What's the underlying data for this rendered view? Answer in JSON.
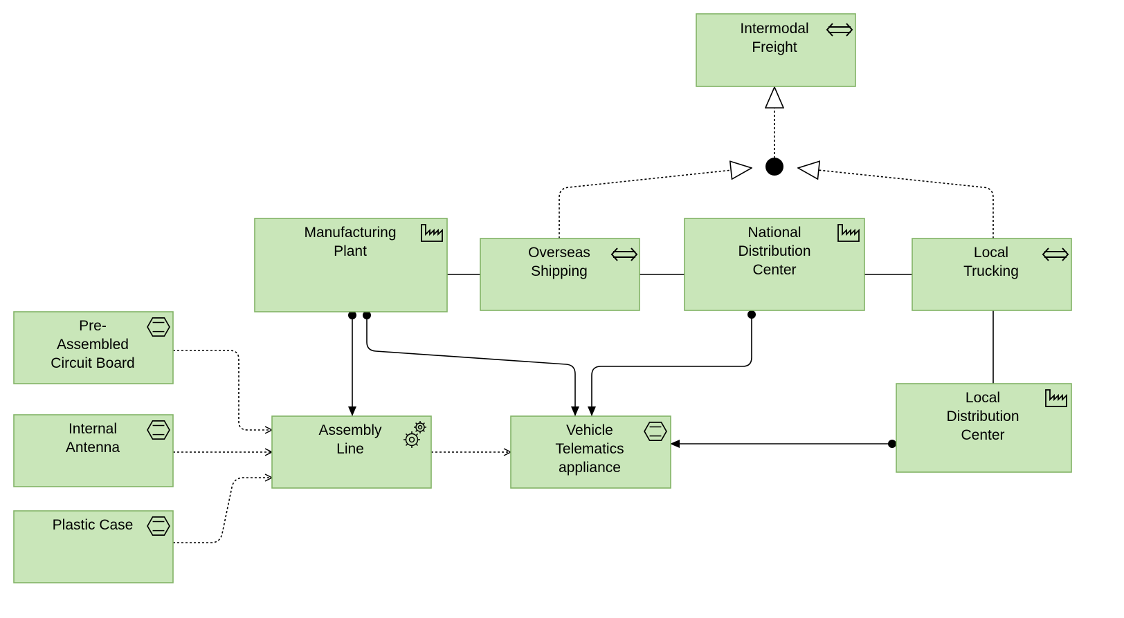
{
  "diagram": {
    "colors": {
      "node_fill": "#c9e6b9",
      "node_stroke": "#82b366",
      "line": "#000000"
    },
    "nodes": [
      {
        "id": "intermodal-freight",
        "lines": [
          "Intermodal",
          "Freight"
        ],
        "icon": "bidirectional-arrow-icon"
      },
      {
        "id": "manufacturing-plant",
        "lines": [
          "Manufacturing",
          "Plant"
        ],
        "icon": "factory-icon"
      },
      {
        "id": "overseas-shipping",
        "lines": [
          "Overseas",
          "Shipping"
        ],
        "icon": "bidirectional-arrow-icon"
      },
      {
        "id": "national-distribution-center",
        "lines": [
          "National",
          "Distribution",
          "Center"
        ],
        "icon": "factory-icon"
      },
      {
        "id": "local-trucking",
        "lines": [
          "Local",
          "Trucking"
        ],
        "icon": "bidirectional-arrow-icon"
      },
      {
        "id": "pre-assembled-circuit-board",
        "lines": [
          "Pre-",
          "Assembled",
          "Circuit Board"
        ],
        "icon": "material-hexagon-icon"
      },
      {
        "id": "internal-antenna",
        "lines": [
          "Internal",
          "Antenna"
        ],
        "icon": "material-hexagon-icon"
      },
      {
        "id": "plastic-case",
        "lines": [
          "Plastic Case"
        ],
        "icon": "material-hexagon-icon"
      },
      {
        "id": "assembly-line",
        "lines": [
          "Assembly",
          "Line"
        ],
        "icon": "gears-icon"
      },
      {
        "id": "vehicle-telematics-appliance",
        "lines": [
          "Vehicle",
          "Telematics",
          "appliance"
        ],
        "icon": "material-hexagon-icon"
      },
      {
        "id": "local-distribution-center",
        "lines": [
          "Local",
          "Distribution",
          "Center"
        ],
        "icon": "factory-icon"
      }
    ],
    "edges": [
      {
        "id": "mp-os",
        "from": "manufacturing-plant",
        "to": "overseas-shipping",
        "type": "association"
      },
      {
        "id": "os-ndc",
        "from": "overseas-shipping",
        "to": "national-distribution-center",
        "type": "association"
      },
      {
        "id": "ndc-lt",
        "from": "national-distribution-center",
        "to": "local-trucking",
        "type": "association"
      },
      {
        "id": "lt-ldc",
        "from": "local-trucking",
        "to": "local-distribution-center",
        "type": "association"
      },
      {
        "id": "os-junction",
        "from": "overseas-shipping",
        "to": "junction",
        "type": "specialization"
      },
      {
        "id": "lt-junction",
        "from": "local-trucking",
        "to": "junction",
        "type": "specialization"
      },
      {
        "id": "junction-if",
        "from": "junction",
        "to": "intermodal-freight",
        "type": "specialization"
      },
      {
        "id": "pacb-al",
        "from": "pre-assembled-circuit-board",
        "to": "assembly-line",
        "type": "flow"
      },
      {
        "id": "ia-al",
        "from": "internal-antenna",
        "to": "assembly-line",
        "type": "flow"
      },
      {
        "id": "pc-al",
        "from": "plastic-case",
        "to": "assembly-line",
        "type": "flow"
      },
      {
        "id": "al-vta",
        "from": "assembly-line",
        "to": "vehicle-telematics-appliance",
        "type": "flow"
      },
      {
        "id": "mp-al",
        "from": "manufacturing-plant",
        "to": "assembly-line",
        "type": "assignment"
      },
      {
        "id": "mp-vta",
        "from": "manufacturing-plant",
        "to": "vehicle-telematics-appliance",
        "type": "assignment"
      },
      {
        "id": "ndc-vta",
        "from": "national-distribution-center",
        "to": "vehicle-telematics-appliance",
        "type": "assignment"
      },
      {
        "id": "ldc-vta",
        "from": "local-distribution-center",
        "to": "vehicle-telematics-appliance",
        "type": "assignment"
      }
    ]
  }
}
